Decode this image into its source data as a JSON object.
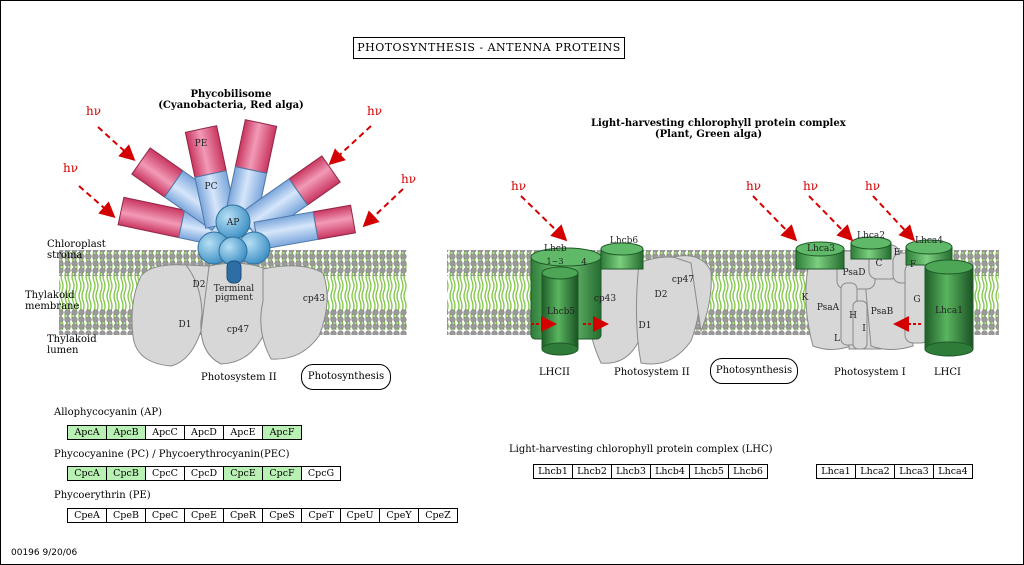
{
  "title": "PHOTOSYNTHESIS - ANTENNA PROTEINS",
  "footer": "00196  9/20/06",
  "hv": "hν",
  "left_panel": {
    "heading": "Phycobilisome",
    "subheading": "(Cyanobacteria, Red alga)",
    "labels": {
      "stroma": "Chloroplast stroma",
      "membrane": "Thylakoid membrane",
      "lumen": "Thylakoid lumen",
      "pe": "PE",
      "pc": "PC",
      "ap": "AP",
      "terminal": "Terminal pigment",
      "d2": "D2",
      "d1": "D1",
      "cp47": "cp47",
      "cp43": "cp43",
      "ps2": "Photosystem II"
    },
    "link": "Photosynthesis"
  },
  "right_panel": {
    "heading": "Light-harvesting chlorophyll protein complex",
    "subheading": "(Plant, Green alga)",
    "labels": {
      "lhcb": "Lhcb",
      "lhcb_sub": "1~3",
      "lhcb_4": "4",
      "lhcb6": "Lhcb6",
      "lhcb5": "Lhcb5",
      "cp43": "cp43",
      "cp47": "cp47",
      "d1": "D1",
      "d2": "D2",
      "lhca3": "Lhca3",
      "lhca2": "Lhca2",
      "lhca4": "Lhca4",
      "lhca1": "Lhca1",
      "psad": "PsaD",
      "psaa": "PsaA",
      "psab": "PsaB",
      "c": "C",
      "e": "E",
      "f": "F",
      "h": "H",
      "i": "I",
      "k": "K",
      "l": "L",
      "g": "G",
      "lhcii": "LHCII",
      "ps2": "Photosystem II",
      "ps1": "Photosystem I",
      "lhci": "LHCI"
    },
    "link": "Photosynthesis"
  },
  "tables": {
    "ap": {
      "label": "Allophycocyanin (AP)",
      "cells": [
        {
          "name": "ApcA",
          "on": true
        },
        {
          "name": "ApcB",
          "on": true
        },
        {
          "name": "ApcC",
          "on": false
        },
        {
          "name": "ApcD",
          "on": false
        },
        {
          "name": "ApcE",
          "on": false
        },
        {
          "name": "ApcF",
          "on": true
        }
      ]
    },
    "pc": {
      "label": "Phycocyanine (PC) / Phycoerythrocyanin(PEC)",
      "cells": [
        {
          "name": "CpcA",
          "on": true
        },
        {
          "name": "CpcB",
          "on": true
        },
        {
          "name": "CpcC",
          "on": false
        },
        {
          "name": "CpcD",
          "on": false
        },
        {
          "name": "CpcE",
          "on": true
        },
        {
          "name": "CpcF",
          "on": true
        },
        {
          "name": "CpcG",
          "on": false
        }
      ]
    },
    "pe": {
      "label": "Phycoerythrin (PE)",
      "cells": [
        {
          "name": "CpeA",
          "on": false
        },
        {
          "name": "CpeB",
          "on": false
        },
        {
          "name": "CpeC",
          "on": false
        },
        {
          "name": "CpeE",
          "on": false
        },
        {
          "name": "CpeR",
          "on": false
        },
        {
          "name": "CpeS",
          "on": false
        },
        {
          "name": "CpeT",
          "on": false
        },
        {
          "name": "CpeU",
          "on": false
        },
        {
          "name": "CpeY",
          "on": false
        },
        {
          "name": "CpeZ",
          "on": false
        }
      ]
    },
    "lhc": {
      "label": "Light-harvesting chlorophyll protein complex (LHC)",
      "lhcb": [
        {
          "name": "Lhcb1",
          "on": false
        },
        {
          "name": "Lhcb2",
          "on": false
        },
        {
          "name": "Lhcb3",
          "on": false
        },
        {
          "name": "Lhcb4",
          "on": false
        },
        {
          "name": "Lhcb5",
          "on": false
        },
        {
          "name": "Lhcb6",
          "on": false
        }
      ],
      "lhca": [
        {
          "name": "Lhca1",
          "on": false
        },
        {
          "name": "Lhca2",
          "on": false
        },
        {
          "name": "Lhca3",
          "on": false
        },
        {
          "name": "Lhca4",
          "on": false
        }
      ]
    }
  },
  "colors": {
    "pe_pink": "#e8577f",
    "pc_blue": "#a9c9f2",
    "ap_blue": "#5aa6d6",
    "lhc_green": "#3f9d4a",
    "membrane_green": "#9dd86a",
    "gene_green": "#b9f0b3",
    "arrow_red": "#d40000"
  }
}
